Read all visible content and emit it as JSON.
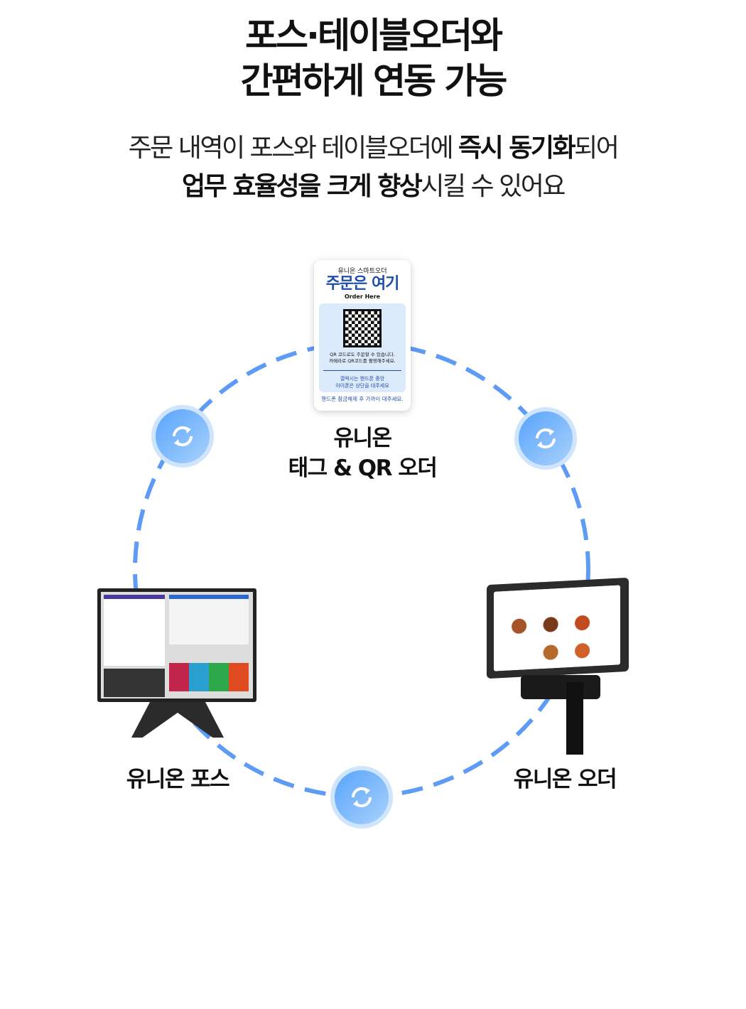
{
  "title": {
    "line1": "포스·테이블오더와",
    "line2": "간편하게 연동 가능"
  },
  "subtitle": {
    "l1a": "주문 내역이 포스와 테이블오더에 ",
    "l1b": "즉시 동기화",
    "l1c": "되어",
    "l2a": "업무 효율성을 크게 향상",
    "l2b": "시킬 수 있어요"
  },
  "qr_card": {
    "brand": "유니온 스마트오더",
    "headline": "주문은 여기",
    "sub": "Order Here",
    "qr_text1": "QR 코드로도 주문할 수 있습니다.",
    "qr_text2": "카메라로 QR코드를 촬영해주세요.",
    "nfc1": "갤럭시는 핸드폰 중앙",
    "nfc2": "아이폰은 상단을 대주세요",
    "footer": "핸드폰 잠금해제 후 가까이 대주세요."
  },
  "labels": {
    "tag_qr_1": "유니온",
    "tag_qr_2": "태그 & QR 오더",
    "pos": "유니온 포스",
    "order": "유니온 오더"
  },
  "colors": {
    "accent": "#5d9bf5",
    "brand_blue": "#1f4ea8"
  }
}
